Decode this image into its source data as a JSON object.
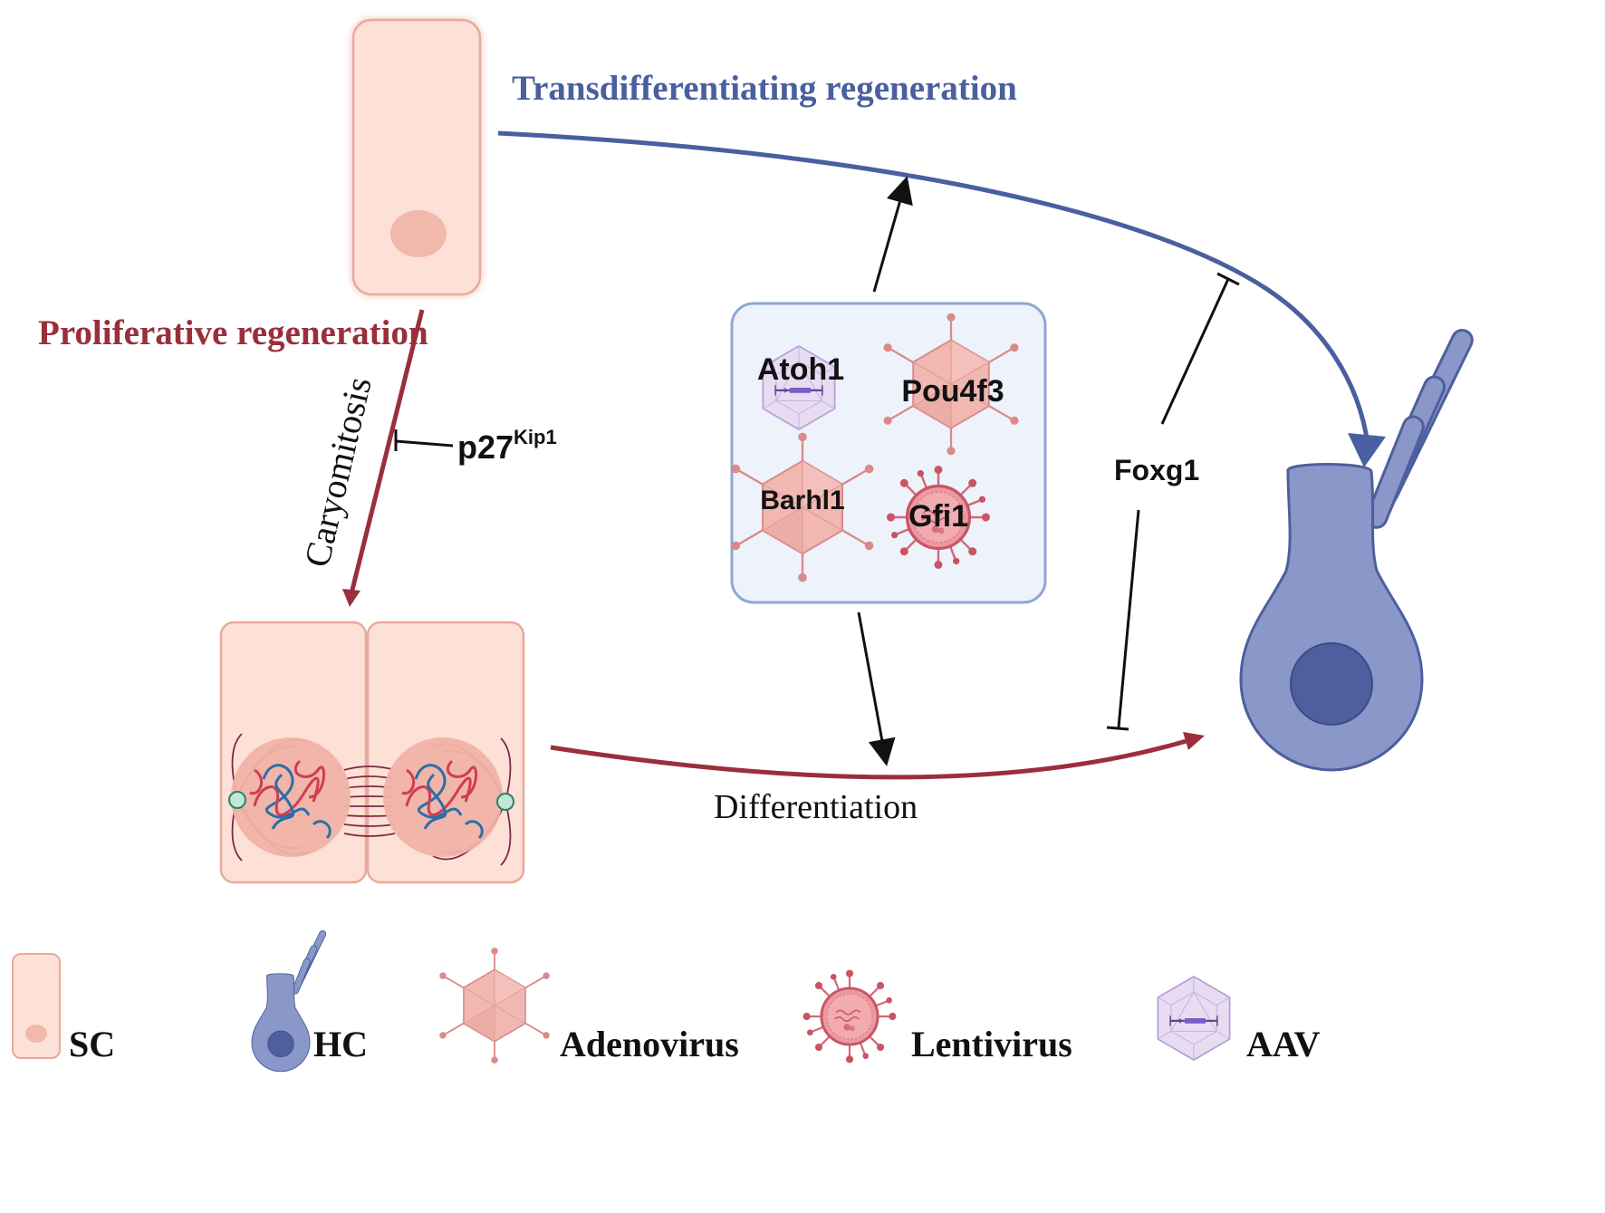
{
  "labels": {
    "transdiff": "Transdifferentiating regeneration",
    "prolif": "Proliferative regeneration",
    "caryomitosis": "Caryomitosis",
    "p27": "p27",
    "p27_sup": "Kip1",
    "foxg1": "Foxg1",
    "differentiation": "Differentiation"
  },
  "genes": {
    "atoh1": "Atoh1",
    "pou4f3": "Pou4f3",
    "barhl1": "Barhl1",
    "gfi1": "Gfi1"
  },
  "legend": [
    {
      "label": "SC",
      "icon": "supporting-cell-icon"
    },
    {
      "label": "HC",
      "icon": "hair-cell-icon"
    },
    {
      "label": "Adenovirus",
      "icon": "adenovirus-icon"
    },
    {
      "label": "Lentivirus",
      "icon": "lentivirus-icon"
    },
    {
      "label": "AAV",
      "icon": "aav-icon"
    }
  ],
  "colors": {
    "transdiff_arrow": "#4a5fa0",
    "prolif_arrow": "#9a2f3b",
    "sc_fill": "#fde0d6",
    "hc_fill": "#8a98c9",
    "box_fill": "#eef3fb"
  }
}
